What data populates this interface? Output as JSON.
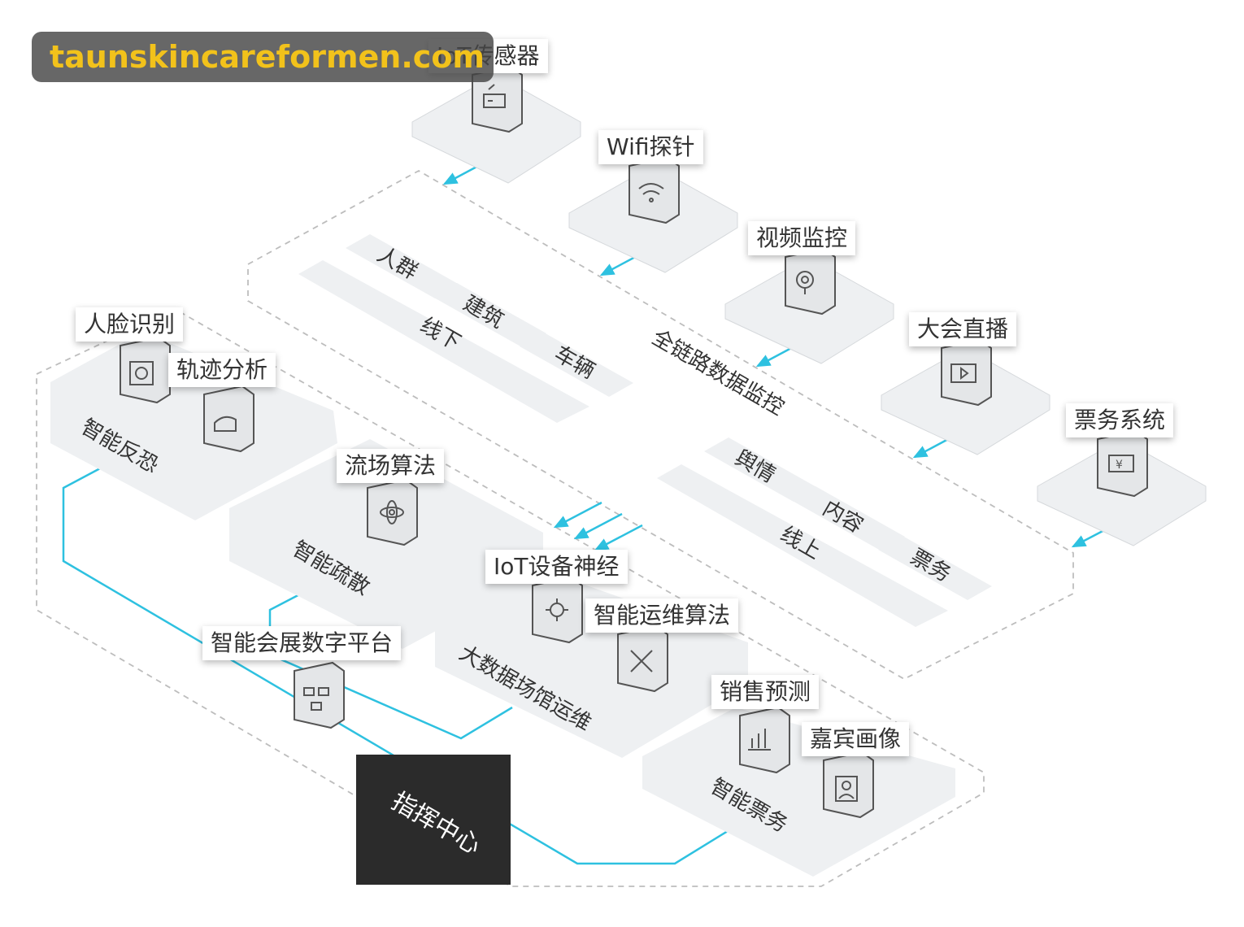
{
  "watermark": "taunskincareformen.com",
  "sensors": {
    "iot": "IoT传感器",
    "wifi": "Wifi探针",
    "video": "视频监控",
    "live": "大会直播",
    "ticket": "票务系统"
  },
  "monitor": {
    "title": "全链路数据监控",
    "offline": "线下",
    "crowd": "人群",
    "building": "建筑",
    "vehicle": "车辆",
    "online": "线上",
    "opinion": "舆情",
    "content": "内容",
    "ticketing": "票务"
  },
  "modules": {
    "anti_terror": "智能反恐",
    "face": "人脸识别",
    "track": "轨迹分析",
    "evacuation": "智能疏散",
    "flow_algo": "流场算法",
    "bigdata_ops": "大数据场馆运维",
    "iot_neural": "IoT设备神经",
    "ops_algo": "智能运维算法",
    "smart_ticket": "智能票务",
    "sales_forecast": "销售预测",
    "guest_profile": "嘉宾画像",
    "platform": "智能会展数字平台",
    "command_center": "指挥中心"
  },
  "colors": {
    "cyan_line": "#2ec1e0",
    "panel_fill": "#eef0f2",
    "label_text": "#333333",
    "watermark_text": "#f2c21b",
    "command_bg": "#2b2b2b"
  },
  "icons": {
    "iot": "router-icon",
    "wifi": "wifi-icon",
    "video": "camera-icon",
    "live": "tv-icon",
    "ticket": "ticket-icon",
    "face": "face-scan-icon",
    "track": "track-icon",
    "flow_algo": "atom-icon",
    "iot_neural": "neural-icon",
    "ops_algo": "tools-icon",
    "sales_forecast": "bar-chart-icon",
    "guest_profile": "portrait-icon",
    "platform": "network-icon"
  }
}
